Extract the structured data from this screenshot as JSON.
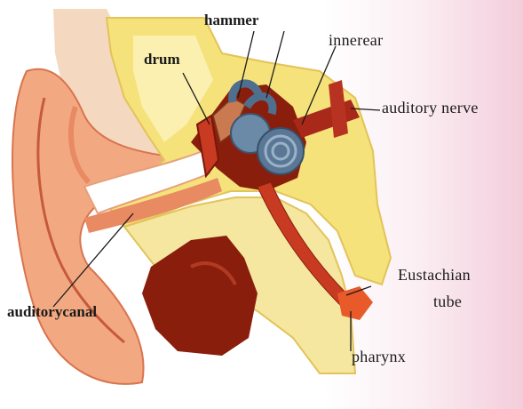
{
  "labels": {
    "hammer": "hammer",
    "drum": "drum",
    "innerear": "innerear",
    "auditory_nerve": "auditory nerve",
    "eustachian_line1": "Eustachian",
    "eustachian_line2": "tube",
    "auditory_canal": "auditorycanal",
    "pharynx": "pharynx"
  },
  "colors": {
    "skin": "#f3b48e",
    "skin_dark": "#e88a62",
    "bone": "#f5e27a",
    "bone_light": "#fbf0b0",
    "cavity": "#8a1e0c",
    "canal": "#ffffff",
    "nerve": "#a8281a",
    "cochlea": "#4f6f8f",
    "background_tint": "#f3cddb"
  }
}
